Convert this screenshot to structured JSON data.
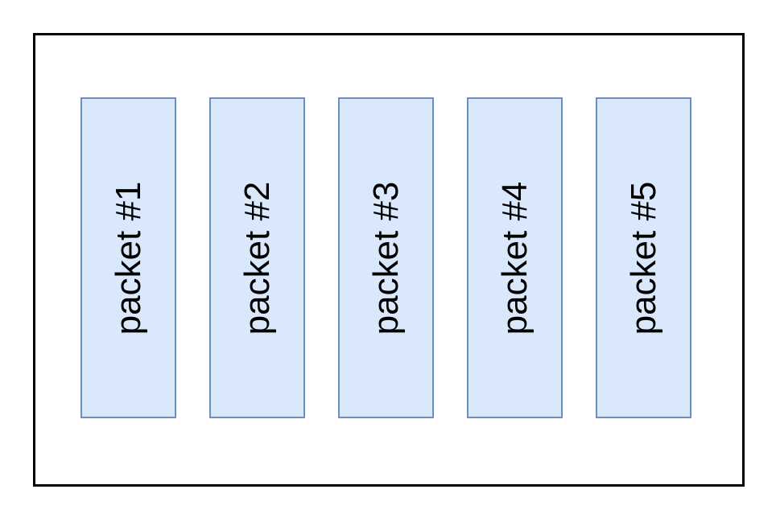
{
  "colors": {
    "frame_border": "#000000",
    "packet_fill": "#dae8fc",
    "packet_border": "#6c8ebf"
  },
  "packets": [
    {
      "label": "packet #1"
    },
    {
      "label": "packet #2"
    },
    {
      "label": "packet #3"
    },
    {
      "label": "packet #4"
    },
    {
      "label": "packet #5"
    }
  ]
}
